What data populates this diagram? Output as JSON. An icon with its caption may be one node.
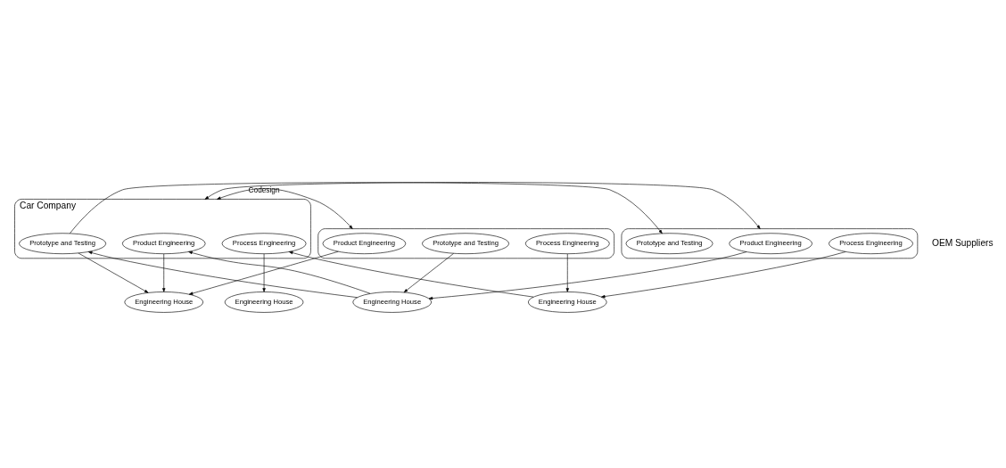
{
  "diagram": {
    "nodes": [
      {
        "text": [
          "Car Company"
        ]
      },
      {
        "text": [
          "Product Engineering"
        ],
        "in": 0
      },
      {
        "text": [
          "Process Engineering"
        ],
        "in": 0
      },
      {
        "text": [
          "Prototype and Testing"
        ],
        "in": 0
      },
      {
        "text": [],
        "shape": "ellipse"
      },
      {
        "text": [
          "Product Engineering"
        ],
        "in": 4
      },
      {
        "text": [
          "Process Engineering"
        ],
        "in": 4
      },
      {
        "text": [
          "Prototype and Testing"
        ],
        "in": 4
      },
      {
        "text": [],
        "shape": "ellipse"
      },
      {
        "text": [
          "Product Engineering"
        ],
        "in": 8
      },
      {
        "text": [
          "Process Engineering"
        ],
        "in": 8
      },
      {
        "text": [
          "Prototype and Testing"
        ],
        "in": 8
      },
      {
        "text": [
          "Engineering House"
        ]
      },
      {
        "text": [
          "Engineering House"
        ]
      },
      {
        "text": [
          "Engineering House"
        ]
      },
      {
        "text": [
          "Engineering House"
        ]
      }
    ],
    "edges": [
      {
        "from": 0,
        "to": 4,
        "arrow": "both",
        "label": "Codesign"
      },
      {
        "from": 0,
        "to": 8,
        "arrow": "both"
      },
      {
        "from": 1,
        "to": 12,
        "arrow": "to"
      },
      {
        "from": 3,
        "to": 12,
        "arrow": "to"
      },
      {
        "from": 2,
        "to": 13,
        "arrow": "to"
      },
      {
        "from": 5,
        "to": 12,
        "arrow": "to"
      },
      {
        "from": 6,
        "to": 15,
        "arrow": "to"
      },
      {
        "from": 7,
        "to": 14,
        "arrow": "to"
      },
      {
        "from": 9,
        "to": 14,
        "arrow": "to"
      },
      {
        "from": 10,
        "to": 15,
        "arrow": "to"
      },
      {
        "from": 3,
        "to": 11,
        "arrow": "to"
      },
      {
        "from": 14,
        "to": 1,
        "arrow": "to"
      },
      {
        "from": 14,
        "to": 3,
        "arrow": "to"
      },
      {
        "from": 15,
        "to": 2,
        "arrow": "to"
      }
    ],
    "labels": [
      "OEM Suppliers"
    ]
  }
}
